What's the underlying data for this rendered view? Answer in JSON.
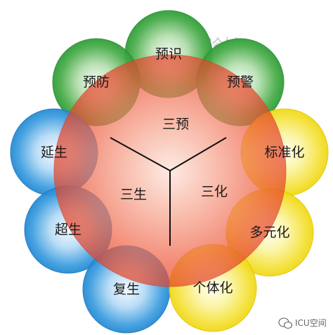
{
  "center": {
    "sections": [
      "三预",
      "三生",
      "三化"
    ],
    "color": "#e8402a"
  },
  "circles": [
    {
      "label": "预识",
      "group": "green"
    },
    {
      "label": "预防",
      "group": "green"
    },
    {
      "label": "预警",
      "group": "green"
    },
    {
      "label": "延生",
      "group": "blue"
    },
    {
      "label": "超生",
      "group": "blue"
    },
    {
      "label": "复生",
      "group": "blue"
    },
    {
      "label": "标准化",
      "group": "yellow"
    },
    {
      "label": "多元化",
      "group": "yellow"
    },
    {
      "label": "个体化",
      "group": "yellow"
    }
  ],
  "colors": {
    "green": "#33a33d",
    "blue": "#2c8fd6",
    "yellow": "#f6e21c"
  },
  "watermark": "竹林兽诊馆",
  "footer": {
    "icon": "wechat-icon",
    "text": "ICU空间"
  }
}
